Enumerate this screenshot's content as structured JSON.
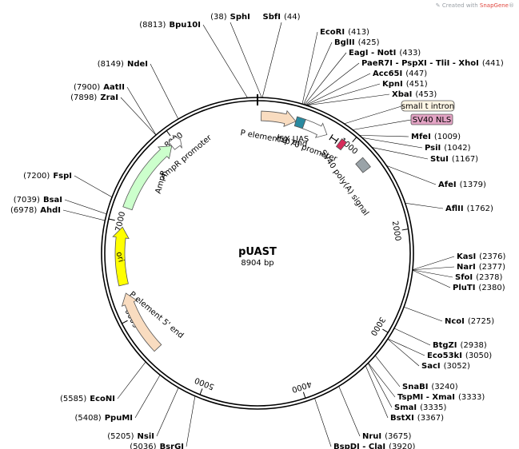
{
  "credit": {
    "prefix": "Created with",
    "brand": "SnapGene",
    "suffix": "®"
  },
  "plasmid": {
    "name": "pUAST",
    "size": "8904 bp",
    "length": 8904
  },
  "ticks": [
    {
      "pos": 1000,
      "label": "1000"
    },
    {
      "pos": 2000,
      "label": "2000"
    },
    {
      "pos": 3000,
      "label": "3000"
    },
    {
      "pos": 4000,
      "label": "4000"
    },
    {
      "pos": 5000,
      "label": "5000"
    },
    {
      "pos": 6000,
      "label": "6000"
    },
    {
      "pos": 7000,
      "label": "7000"
    },
    {
      "pos": 8000,
      "label": "8000"
    }
  ],
  "features": [
    {
      "name": "P element 3' end",
      "start": 38,
      "end": 400,
      "color": "#f9dcc0",
      "icon": "arrow"
    },
    {
      "name": "5X UAS",
      "start": 400,
      "end": 490,
      "color": "#2a8aa0",
      "icon": "box"
    },
    {
      "name": "hsp70 promoter",
      "start": 490,
      "end": 750,
      "color": "#ffffff",
      "icon": "arrow"
    },
    {
      "name": "small t intron",
      "start": 800,
      "end": 870,
      "color": "#ffffff",
      "icon": "intron"
    },
    {
      "name": "SV40 NLS",
      "start": 900,
      "end": 960,
      "color": "#d62b5a",
      "icon": "box"
    },
    {
      "name": "SV40 poly(A) signal",
      "start": 1180,
      "end": 1300,
      "color": "#9aa3a8",
      "icon": "box"
    },
    {
      "name": "P element 5' end",
      "start": 5600,
      "end": 6260,
      "color": "#f9dcc0",
      "icon": "arrow"
    },
    {
      "name": "ori",
      "start": 6350,
      "end": 6950,
      "color": "#ffff00",
      "icon": "arrow"
    },
    {
      "name": "AmpR",
      "start": 7150,
      "end": 7950,
      "color": "#ccffcc",
      "icon": "arrow"
    },
    {
      "name": "AmpR promoter",
      "start": 7950,
      "end": 8060,
      "color": "#ffffff",
      "icon": "arrow"
    }
  ],
  "callouts": [
    {
      "name": "small t intron"
    },
    {
      "name": "SV40 NLS"
    }
  ],
  "sites": [
    {
      "name": "SphI",
      "pos": "(38)",
      "bp": 38
    },
    {
      "name": "SbfI",
      "pos": "(44)",
      "bp": 44
    },
    {
      "name": "EcoRI",
      "pos": "(413)",
      "bp": 413
    },
    {
      "name": "BglII",
      "pos": "(425)",
      "bp": 425
    },
    {
      "name": "EagI - NotI",
      "pos": "(433)",
      "bp": 433
    },
    {
      "name": "PaeR7I - PspXI - TliI - XhoI",
      "pos": "(441)",
      "bp": 441
    },
    {
      "name": "Acc65I",
      "pos": "(447)",
      "bp": 447
    },
    {
      "name": "KpnI",
      "pos": "(451)",
      "bp": 451
    },
    {
      "name": "XbaI",
      "pos": "(453)",
      "bp": 453
    },
    {
      "name": "MfeI",
      "pos": "(1009)",
      "bp": 1009
    },
    {
      "name": "PsiI",
      "pos": "(1042)",
      "bp": 1042
    },
    {
      "name": "StuI",
      "pos": "(1167)",
      "bp": 1167
    },
    {
      "name": "AfeI",
      "pos": "(1379)",
      "bp": 1379
    },
    {
      "name": "AflII",
      "pos": "(1762)",
      "bp": 1762
    },
    {
      "name": "KasI",
      "pos": "(2376)",
      "bp": 2376
    },
    {
      "name": "NarI",
      "pos": "(2377)",
      "bp": 2377
    },
    {
      "name": "SfoI",
      "pos": "(2378)",
      "bp": 2378
    },
    {
      "name": "PluTI",
      "pos": "(2380)",
      "bp": 2380
    },
    {
      "name": "NcoI",
      "pos": "(2725)",
      "bp": 2725
    },
    {
      "name": "BtgZI",
      "pos": "(2938)",
      "bp": 2938
    },
    {
      "name": "Eco53kI",
      "pos": "(3050)",
      "bp": 3050
    },
    {
      "name": "SacI",
      "pos": "(3052)",
      "bp": 3052
    },
    {
      "name": "SnaBI",
      "pos": "(3240)",
      "bp": 3240
    },
    {
      "name": "TspMI - XmaI",
      "pos": "(3333)",
      "bp": 3333
    },
    {
      "name": "SmaI",
      "pos": "(3335)",
      "bp": 3335
    },
    {
      "name": "BstXI",
      "pos": "(3367)",
      "bp": 3367
    },
    {
      "name": "NruI",
      "pos": "(3675)",
      "bp": 3675
    },
    {
      "name": "BspDI - ClaI",
      "pos": "(3920)",
      "bp": 3920
    },
    {
      "name": "BsrGI",
      "pos": "(5036)",
      "bp": 5036
    },
    {
      "name": "NsiI",
      "pos": "(5205)",
      "bp": 5205
    },
    {
      "name": "PpuMI",
      "pos": "(5408)",
      "bp": 5408
    },
    {
      "name": "EcoNI",
      "pos": "(5585)",
      "bp": 5585
    },
    {
      "name": "AhdI",
      "pos": "(6978)",
      "bp": 6978
    },
    {
      "name": "BsaI",
      "pos": "(7039)",
      "bp": 7039
    },
    {
      "name": "FspI",
      "pos": "(7200)",
      "bp": 7200
    },
    {
      "name": "ZraI",
      "pos": "(7898)",
      "bp": 7898
    },
    {
      "name": "AatII",
      "pos": "(7900)",
      "bp": 7900
    },
    {
      "name": "NdeI",
      "pos": "(8149)",
      "bp": 8149
    },
    {
      "name": "Bpu10I",
      "pos": "(8813)",
      "bp": 8813
    }
  ]
}
